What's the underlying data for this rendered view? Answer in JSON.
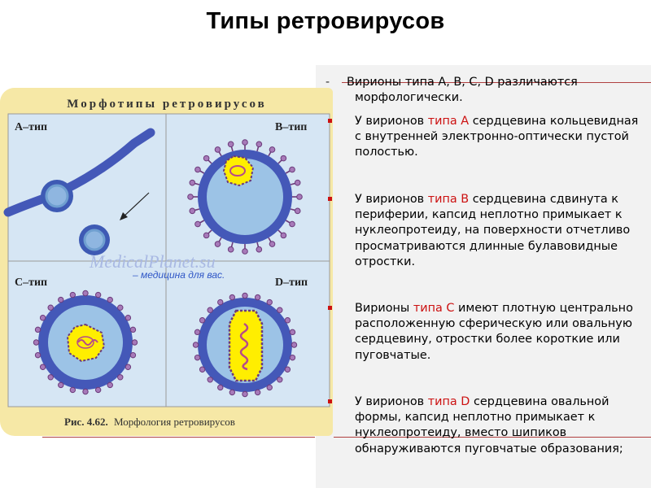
{
  "slide": {
    "title": "Типы ретровирусов"
  },
  "figure": {
    "header": "Морфотипы ретровирусов",
    "panels": {
      "a": "A–тип",
      "b": "B–тип",
      "c": "C–тип",
      "d": "D–тип"
    },
    "caption_bold": "Рис. 4.62.",
    "caption_text": "Морфология ретровирусов"
  },
  "watermark": {
    "site": "MedicalPlanet.su",
    "tagline": "– медицина для вас."
  },
  "colors": {
    "accent": "#cc1111",
    "envelope": "#4d6fc1",
    "core": "#ffee00",
    "figure_bg": "#f6e8a6"
  },
  "items": [
    {
      "pre": "Вирионы типа A, B, C, D различаются",
      "hl": "",
      "post": "морфологически."
    },
    {
      "pre": "У вирионов ",
      "hl": "типа A",
      "post": " сердцевина кольцевидная с внутренней электронно-оптически пустой полостью."
    },
    {
      "pre": " У вирионов ",
      "hl": "типа B",
      "post": " сердцевина сдвинута к периферии, капсид неплотно примыкает к нуклеопротеиду, на поверхности отчетливо просматриваются длинные булавовидные отростки."
    },
    {
      "pre": " Вирионы ",
      "hl": "типа C",
      "post": " имеют плотную центрально расположенную сферическую или овальную сердцевину, отростки более короткие или пуговчатые."
    },
    {
      "pre": "У вирионов ",
      "hl": "типа D",
      "post": " сердцевина овальной формы, капсид неплотно примыкает к нуклеопротеиду, вместо шипиков обнаруживаются пуговчатые образования;"
    }
  ]
}
